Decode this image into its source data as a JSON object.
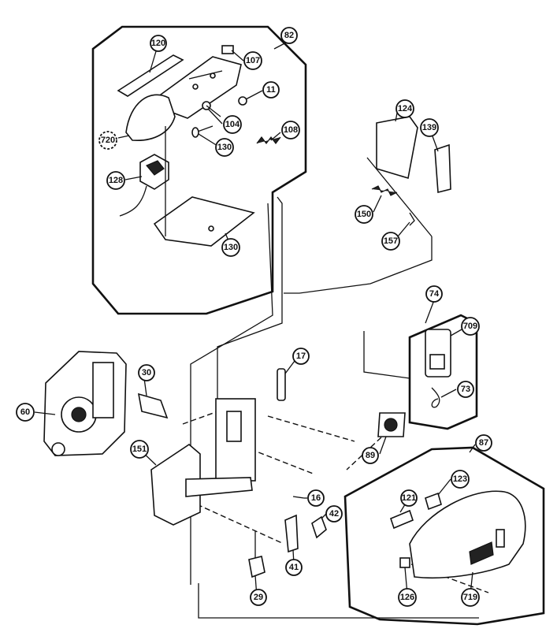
{
  "callouts": {
    "c82": "82",
    "c120": "120",
    "c107": "107",
    "c11": "11",
    "c104": "104",
    "c108": "108",
    "c130a": "130",
    "c720": "720",
    "c128": "128",
    "c130b": "130",
    "c124": "124",
    "c139": "139",
    "c150": "150",
    "c157": "157",
    "c74": "74",
    "c709": "709",
    "c73": "73",
    "c89": "89",
    "c17": "17",
    "c30": "30",
    "c60": "60",
    "c151": "151",
    "c87": "87",
    "c123": "123",
    "c121": "121",
    "c16": "16",
    "c42": "42",
    "c41": "41",
    "c29": "29",
    "c126": "126",
    "c719": "719"
  },
  "colors": {
    "ink": "#111111",
    "paper": "#ffffff"
  }
}
